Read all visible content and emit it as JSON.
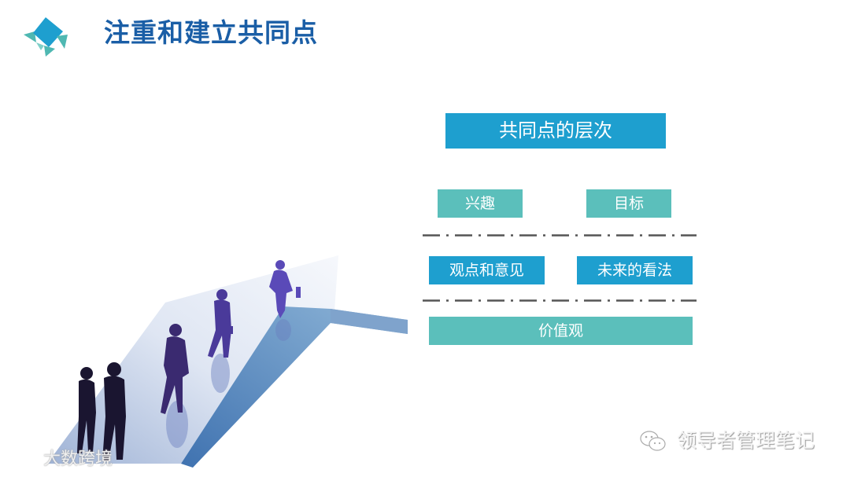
{
  "slide": {
    "title": "注重和建立共同点",
    "logo_icon": "origami-fish-icon",
    "colors": {
      "title": "#1a5ea6",
      "blue_box": "#1e9fcf",
      "teal_box": "#5bbfbb",
      "divider": "#555555"
    }
  },
  "diagram": {
    "header": "共同点的层次",
    "levels": [
      {
        "items": [
          "兴趣",
          "目标"
        ],
        "color": "teal"
      },
      {
        "items": [
          "观点和意见",
          "未来的看法"
        ],
        "color": "blue"
      },
      {
        "items": [
          "价值观"
        ],
        "color": "teal"
      }
    ]
  },
  "illustration": {
    "description": "people-walking-up-arrow-silhouettes"
  },
  "watermarks": {
    "left": "大数跨境",
    "left_icon": "kuajing-logo-icon",
    "right": "领导者管理笔记",
    "right_icon": "wechat-icon"
  }
}
